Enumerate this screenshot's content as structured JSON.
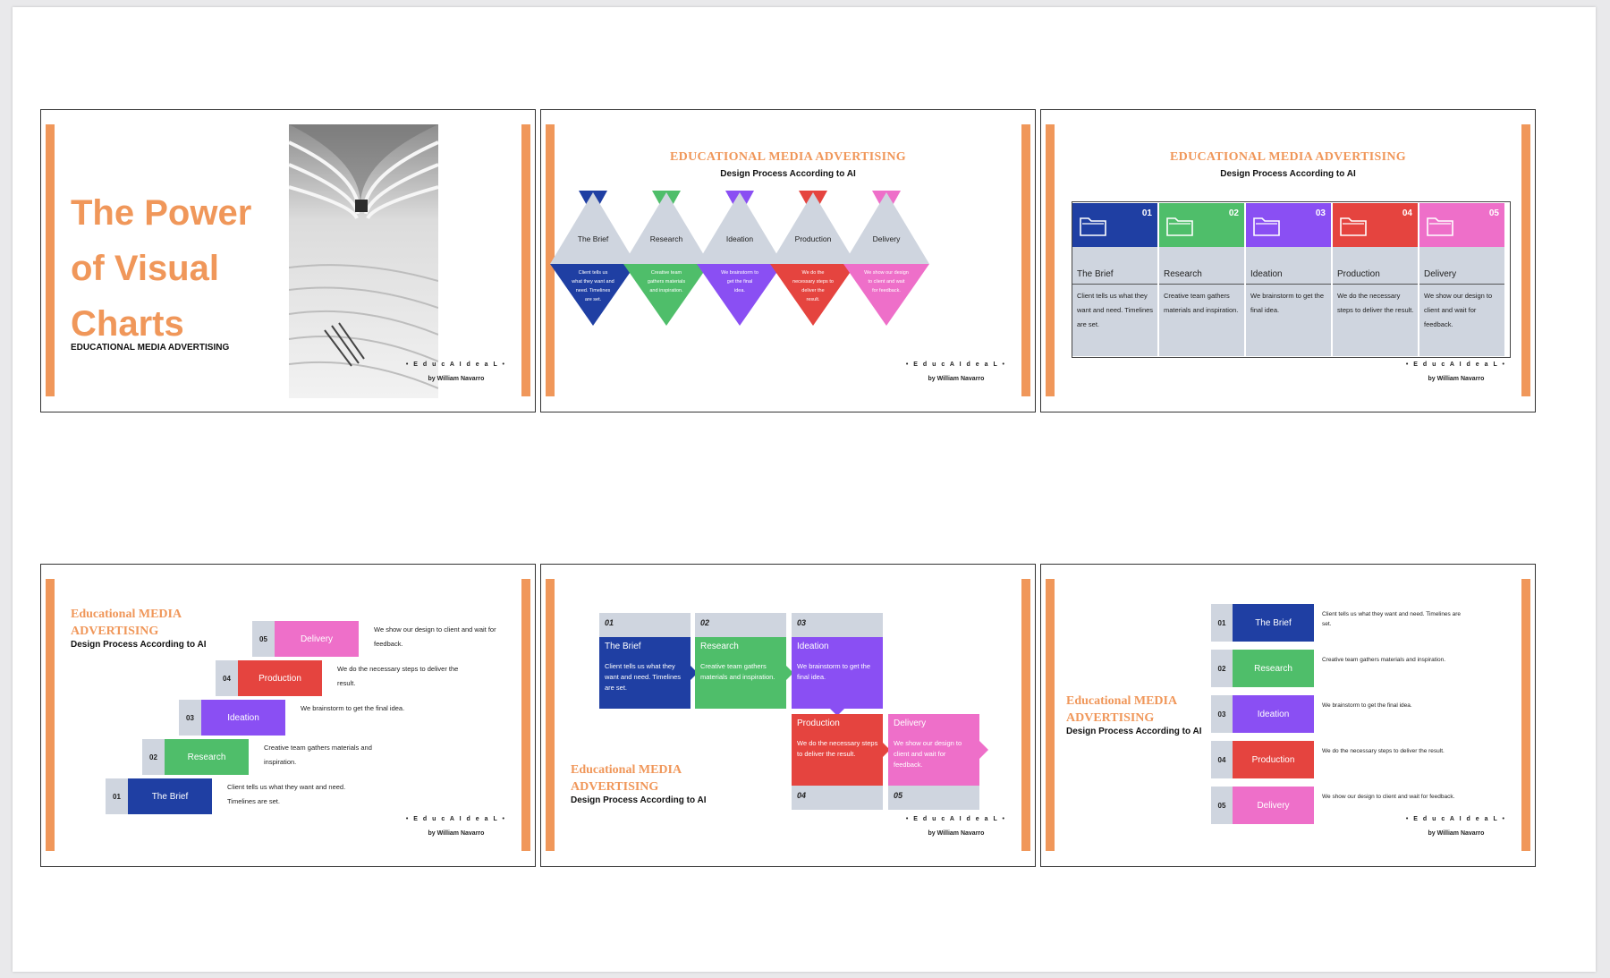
{
  "colors": {
    "orange": "#f0975a",
    "blue": "#1f3fa3",
    "green": "#4fbe6a",
    "purple": "#8a4ff3",
    "red": "#e5443f",
    "pink": "#ee6fc9",
    "gray": "#cfd5df"
  },
  "common": {
    "brand": "• E d u c A I d e a L •",
    "author": "by William Navarro",
    "title_caps": "EDUCATIONAL MEDIA ADVERTISING",
    "title_mixed_1": "Educational MEDIA",
    "title_mixed_2": "ADVERTISING",
    "subtitle": "Design Process According to AI"
  },
  "slide1": {
    "title_l1": "The Power",
    "title_l2": "of Visual",
    "title_l3": "Charts",
    "subtitle": "EDUCATIONAL MEDIA ADVERTISING",
    "image": "architecture-corridor-photo"
  },
  "steps": [
    {
      "num": "1",
      "code": "01",
      "name": "The Brief",
      "short": "Client tells us what they want and need. Timelines are set.",
      "color": "#1f3fa3"
    },
    {
      "num": "2",
      "code": "02",
      "name": "Research",
      "short": "Creative team gathers materials and inspiration.",
      "color": "#4fbe6a"
    },
    {
      "num": "3",
      "code": "03",
      "name": "Ideation",
      "short": "We brainstorm to get the final idea.",
      "color": "#8a4ff3"
    },
    {
      "num": "4",
      "code": "04",
      "name": "Production",
      "short": "We do the necessary steps to deliver the result.",
      "color": "#e5443f"
    },
    {
      "num": "5",
      "code": "05",
      "name": "Delivery",
      "short": "We show our design to client and wait for feedback.",
      "color": "#ee6fc9"
    }
  ]
}
